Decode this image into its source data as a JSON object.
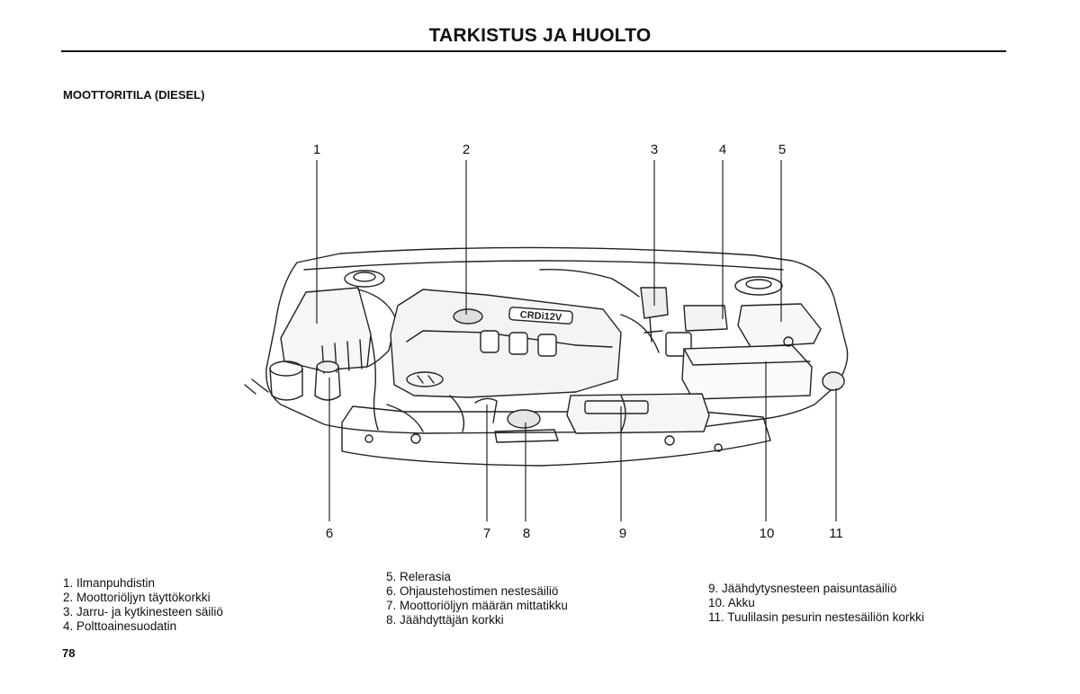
{
  "header": {
    "title": "TARKISTUS JA HUOLTO"
  },
  "section": {
    "title": "MOOTTORITILA (DIESEL)"
  },
  "diagram": {
    "engine_badge": "CRDi12V",
    "callouts": [
      "1",
      "2",
      "3",
      "4",
      "5",
      "6",
      "7",
      "8",
      "9",
      "10",
      "11"
    ]
  },
  "legend": {
    "col1": [
      "1. Ilmanpuhdistin",
      "2. Moottoriöljyn täyttökorkki",
      "3. Jarru- ja kytkinesteen säiliö",
      "4. Polttoainesuodatin"
    ],
    "col2": [
      "5. Relerasia",
      "6. Ohjaustehostimen nestesäiliö",
      "7. Moottoriöljyn määrän mittatikku",
      "8. Jäähdyttäjän korkki"
    ],
    "col3": [
      "9. Jäähdytysnesteen paisuntasäiliö",
      "10. Akku",
      "11. Tuulilasin pesurin nestesäiliön korkki"
    ]
  },
  "page": {
    "number": "78"
  }
}
